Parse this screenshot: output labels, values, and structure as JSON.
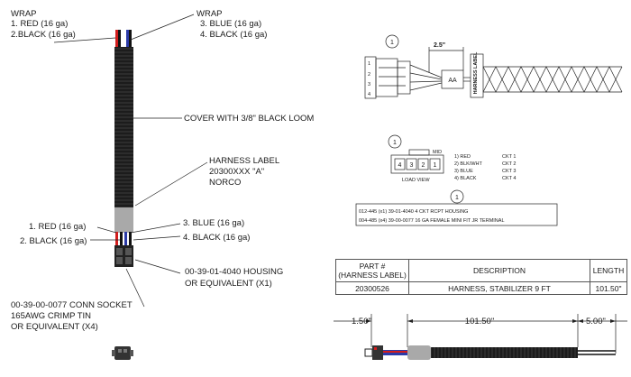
{
  "left": {
    "wrap_top_left": "WRAP",
    "wire_1_top": "1. RED (16 ga)",
    "wire_2_top": "2.BLACK (16 ga)",
    "wrap_top_right": "WRAP",
    "wire_3_top": "3. BLUE (16 ga)",
    "wire_4_top": "4. BLACK (16 ga)",
    "cover_note": "COVER WITH 3/8\" BLACK LOOM",
    "label_line_1": "HARNESS LABEL",
    "label_line_2": "20300XXX \"A\"",
    "label_line_3": "NORCO",
    "wire_1_bottom": "1. RED (16 ga)",
    "wire_2_bottom": "2. BLACK (16 ga)",
    "wire_3_bottom": "3. BLUE (16 ga)",
    "wire_4_bottom": "4. BLACK (16 ga)",
    "housing_line_1": "00-39-01-4040 HOUSING",
    "housing_line_2": "OR EQUIVALENT (X1)",
    "socket_line_1": "00-39-00-0077 CONN SOCKET",
    "socket_line_2": "165AWG CRIMP TIN",
    "socket_line_3": "OR EQUIVALENT (X4)"
  },
  "top_right": {
    "callout_1": "1",
    "dim_2_5": "2.5\"",
    "pins": [
      "1",
      "2",
      "3",
      "4"
    ],
    "aa_label": "AA",
    "harness_label": "HARNESS LABEL",
    "callout_2": "1",
    "load_pins": [
      "4",
      "3",
      "2",
      "1"
    ],
    "load_view": "LOAD VIEW",
    "mid_mark": "MID",
    "circuits": [
      {
        "wire": "1)  RED",
        "ckt": "CKT 1"
      },
      {
        "wire": "2)  BLK/WHT",
        "ckt": "CKT 2"
      },
      {
        "wire": "3)  BLUE",
        "ckt": "CKT 3"
      },
      {
        "wire": "4)  BLACK",
        "ckt": "CKT 4"
      }
    ],
    "callout_3": "1",
    "part_line_1": "012-445 (x1) 39-01-4040 4 CKT RCPT HOUSING",
    "part_line_2": "004-485 (x4) 39-00-0077 16 GA FEMALE MINI FIT JR TERMINAL"
  },
  "table": {
    "h_part_1": "PART #",
    "h_part_2": "(HARNESS LABEL)",
    "h_desc": "DESCRIPTION",
    "h_len": "LENGTH",
    "part": "20300526",
    "desc": "HARNESS, STABILIZER 9 FT",
    "length": "101.50\""
  },
  "bottom": {
    "dim_left": "1.50\"",
    "dim_mid": "101.50\"",
    "dim_right": "5.00\""
  },
  "colors": {
    "red": "#d21d1d",
    "blue": "#2b3aa8",
    "black": "#111111",
    "loom": "#1c1c1c",
    "grey": "#a9a9a9"
  }
}
